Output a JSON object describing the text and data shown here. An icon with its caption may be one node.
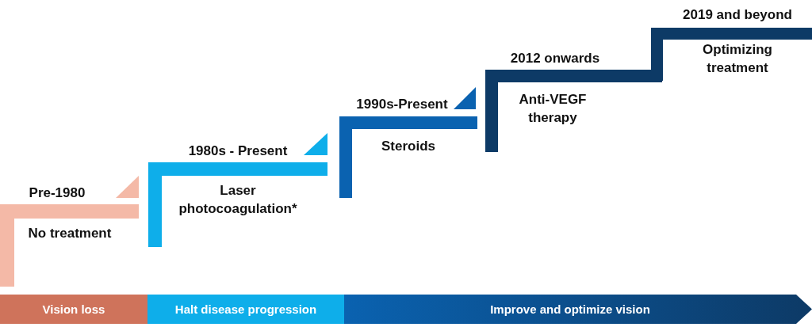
{
  "diagram": {
    "nodes": [
      {
        "text": [
          "Pre-1980",
          "No treatment"
        ]
      },
      {
        "text": [
          "1980s - Present",
          "Laser photocoagulation*"
        ]
      },
      {
        "text": [
          "1990s-Present",
          "Steroids"
        ]
      },
      {
        "text": [
          "2012 onwards",
          "Anti-VEGF therapy"
        ]
      },
      {
        "text": [
          "2019 and beyond",
          "Optimizing treatment"
        ]
      },
      {
        "text": [
          "Vision loss"
        ]
      },
      {
        "text": [
          "Halt disease progression"
        ]
      },
      {
        "text": [
          "Improve and optimize vision"
        ]
      }
    ],
    "edges": []
  }
}
